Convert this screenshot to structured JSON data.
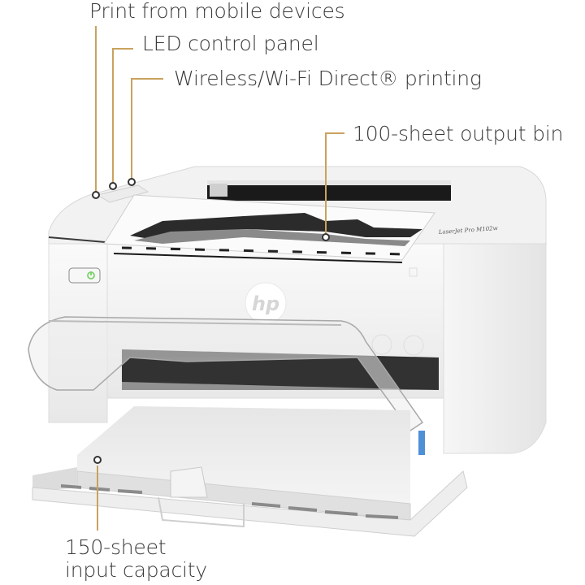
{
  "callouts": {
    "mobile": {
      "text": "Print from mobile devices"
    },
    "led": {
      "text": "LED control panel"
    },
    "wireless": {
      "text": "Wireless/Wi-Fi Direct® printing"
    },
    "output_bin": {
      "text": "100-sheet output bin"
    },
    "input_line1": {
      "text": "150-sheet"
    },
    "input_line2": {
      "text": "input capacity"
    }
  },
  "printer": {
    "brand": "hp",
    "model_text": "LaserJet Pro M102w",
    "power_led_color": "#7bd36b"
  },
  "colors": {
    "leader_line": "#c9a25e",
    "label_text": "#3a3a3a",
    "body": "#f3f3f3"
  }
}
